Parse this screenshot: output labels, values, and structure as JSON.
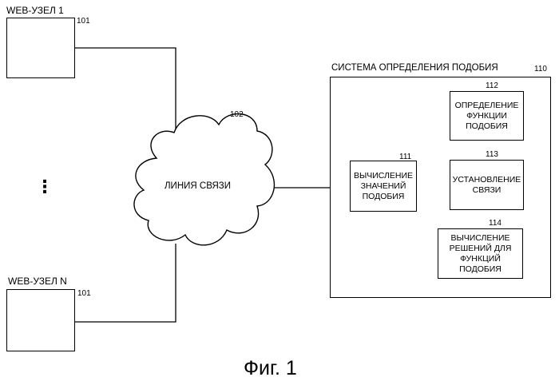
{
  "nodes": {
    "node1": {
      "label": "WEB-УЗЕЛ 1",
      "number": "101"
    },
    "nodeN": {
      "label": "WEB-УЗЕЛ N",
      "number": "101"
    },
    "ellipsis": "⋮"
  },
  "network": {
    "label": "ЛИНИЯ СВЯЗИ",
    "number": "102"
  },
  "system": {
    "title": "СИСТЕМА ОПРЕДЕЛЕНИЯ ПОДОБИЯ",
    "number": "110",
    "blocks": {
      "b111": {
        "number": "111",
        "text": "ВЫЧИСЛЕНИЕ\nЗНАЧЕНИЙ\nПОДОБИЯ"
      },
      "b112": {
        "number": "112",
        "text": "ОПРЕДЕЛЕНИЕ\nФУНКЦИИ\nПОДОБИЯ"
      },
      "b113": {
        "number": "113",
        "text": "УСТАНОВЛЕНИЕ\nСВЯЗИ"
      },
      "b114": {
        "number": "114",
        "text": "ВЫЧИСЛЕНИЕ\nРЕШЕНИЙ ДЛЯ\nФУНКЦИЙ ПОДОБИЯ"
      }
    }
  },
  "caption": "Фиг. 1"
}
